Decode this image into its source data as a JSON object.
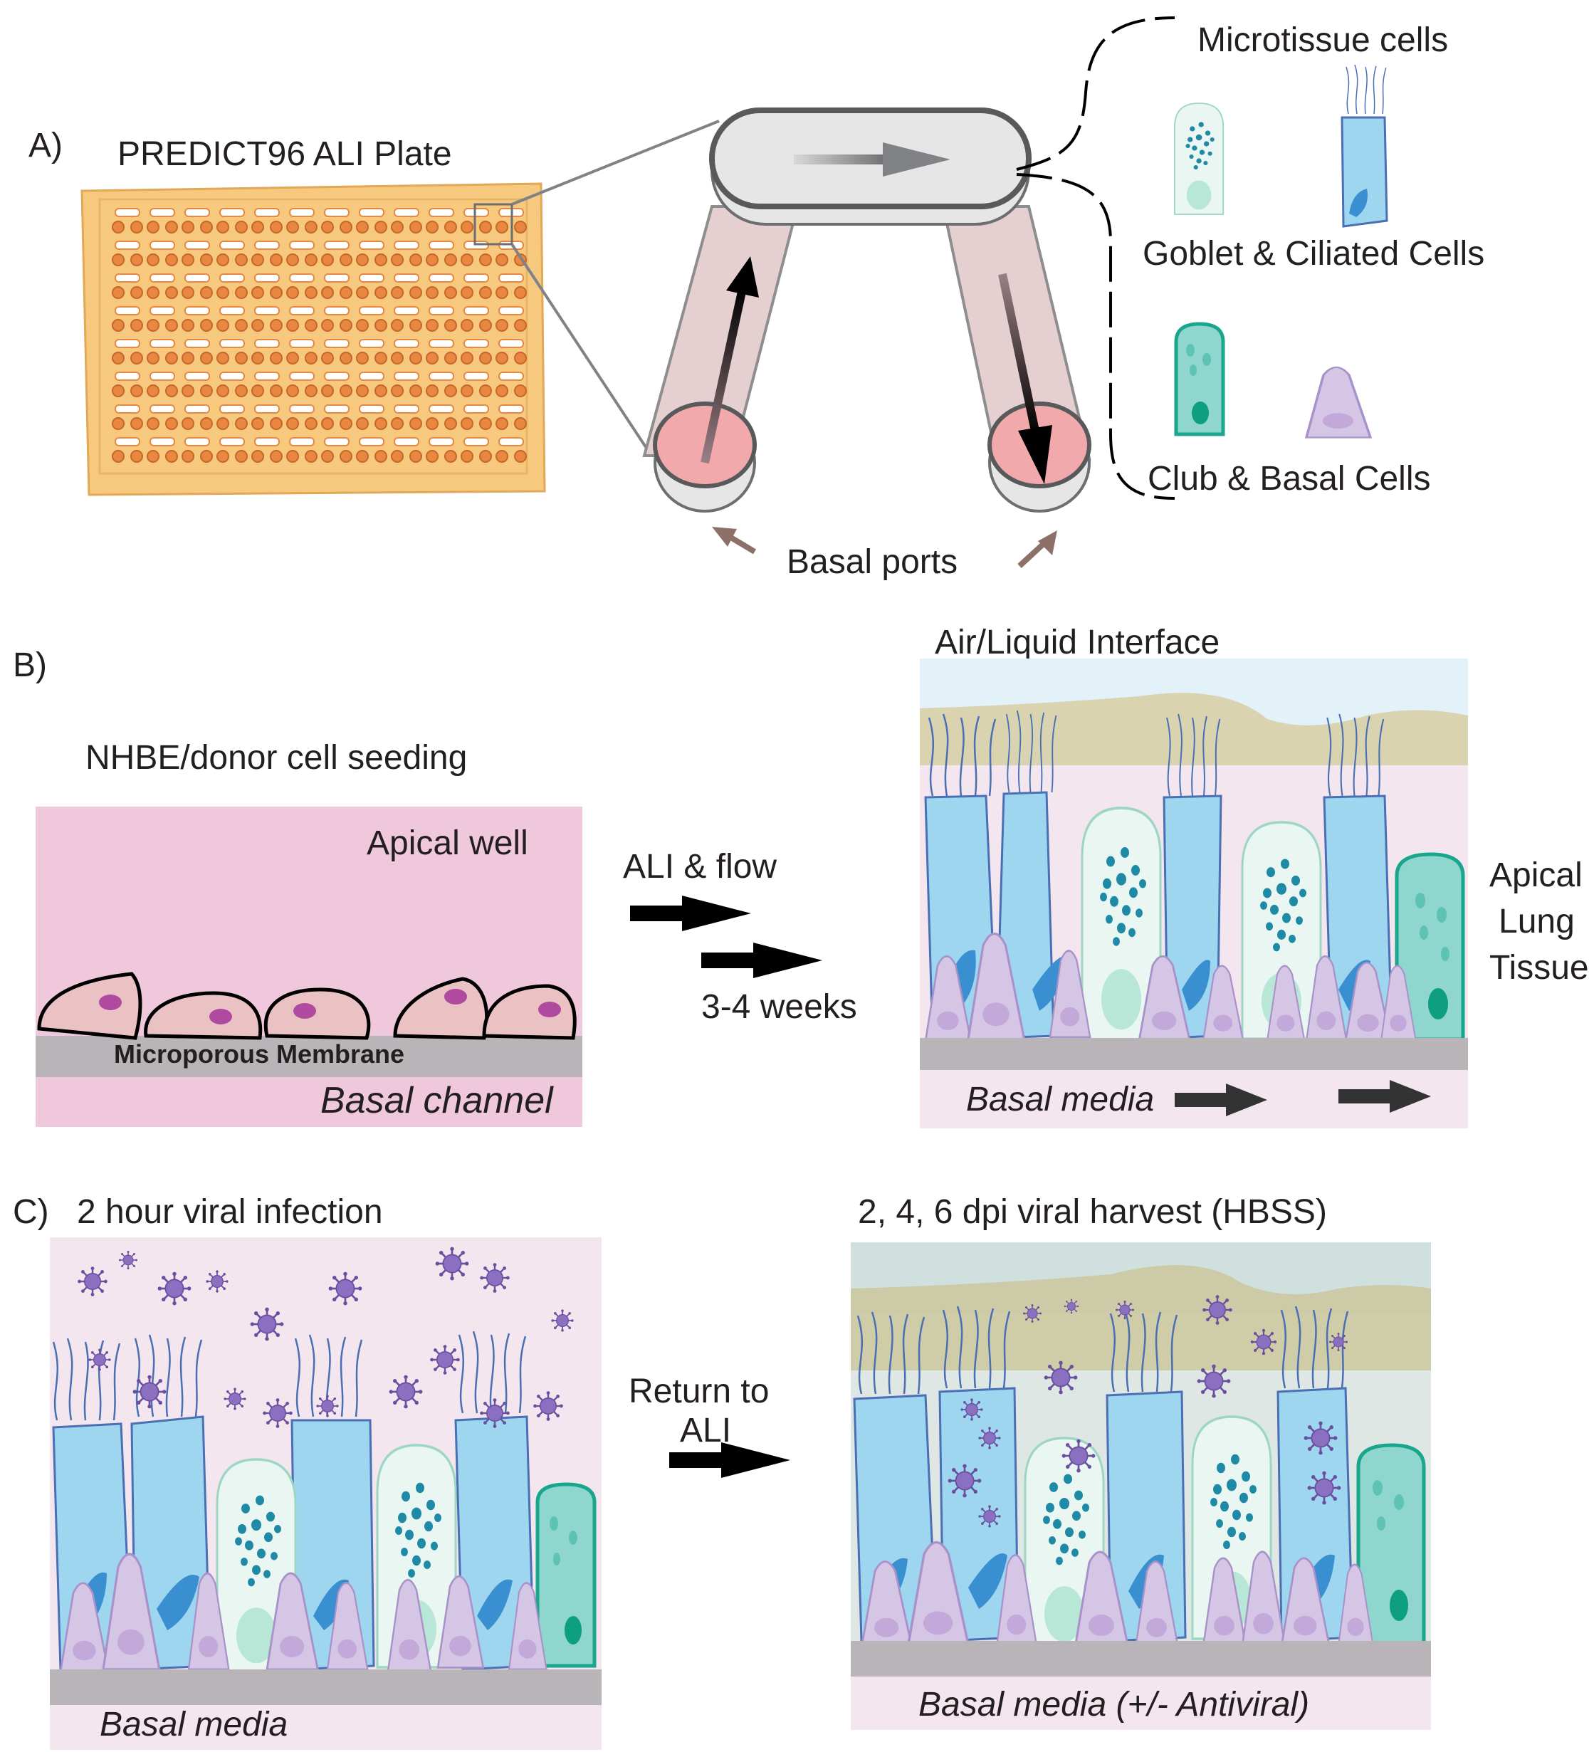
{
  "panel_a": {
    "letter": "A)",
    "plate_title": "PREDICT96 ALI Plate",
    "microtissue_title": "Microtissue cells",
    "goblet_ciliated": "Goblet & Ciliated Cells",
    "club_basal": "Club & Basal Cells",
    "basal_ports": "Basal ports"
  },
  "panel_b": {
    "letter": "B)",
    "seeding_title": "NHBE/donor cell seeding",
    "apical_well": "Apical well",
    "membrane": "Microporous Membrane",
    "basal_channel": "Basal channel",
    "ali_flow": "ALI & flow",
    "duration": "3-4 weeks",
    "ali_interface": "Air/Liquid Interface",
    "apical_tissue": [
      "Apical",
      "Lung",
      "Tissue"
    ],
    "basal_media": "Basal media"
  },
  "panel_c": {
    "letter": "C)",
    "infection_title": "2 hour viral infection",
    "return_line1": "Return to",
    "return_line2": "ALI",
    "harvest_title": "2, 4, 6 dpi viral harvest (HBSS)",
    "basal_media_left": "Basal media",
    "basal_media_right": "Basal media (+/- Antiviral)"
  },
  "colors": {
    "plate": "#f7c97e",
    "well": "#e8873f",
    "pink_well": "#f0c8dc",
    "tissue_bg": "#f3e6ee",
    "membrane": "#b9b4b8",
    "ciliated": "#9fd6ef",
    "goblet": "#e9f6f1",
    "club": "#8fd6cf",
    "basal": "#d6c6e6",
    "mucus": "#d9d3b0",
    "virus": "#8b6fc0"
  }
}
